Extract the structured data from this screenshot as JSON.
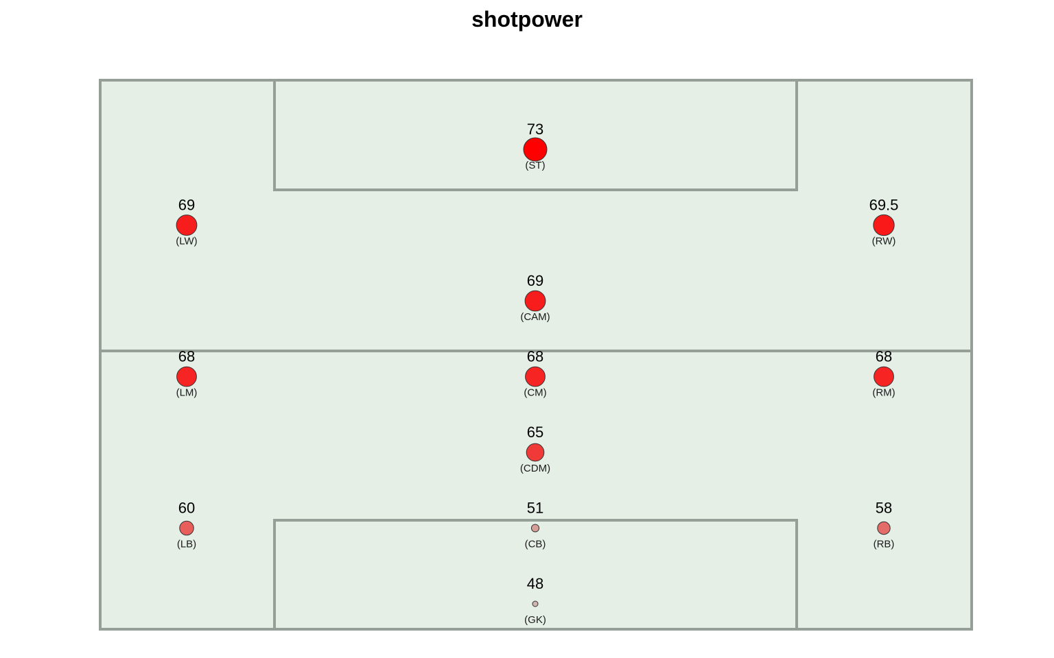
{
  "chart_data": {
    "type": "scatter",
    "title": "shotpower",
    "colors": {
      "pitch_fill": "#e5efe6",
      "pitch_line": "#969e98",
      "low": "#d0b4ae",
      "high": "#ff0000"
    },
    "value_range": [
      48,
      73
    ],
    "points": [
      {
        "position": "ST",
        "label": "(ST)",
        "x": 3,
        "y": 8,
        "value": 73,
        "value_label": "73"
      },
      {
        "position": "LW",
        "label": "(LW)",
        "x": 1,
        "y": 7,
        "value": 69,
        "value_label": "69"
      },
      {
        "position": "RW",
        "label": "(RW)",
        "x": 5,
        "y": 7,
        "value": 69.5,
        "value_label": "69.5"
      },
      {
        "position": "CAM",
        "label": "(CAM)",
        "x": 3,
        "y": 6,
        "value": 69,
        "value_label": "69"
      },
      {
        "position": "LM",
        "label": "(LM)",
        "x": 1,
        "y": 5,
        "value": 68,
        "value_label": "68"
      },
      {
        "position": "CM",
        "label": "(CM)",
        "x": 3,
        "y": 5,
        "value": 68,
        "value_label": "68"
      },
      {
        "position": "RM",
        "label": "(RM)",
        "x": 5,
        "y": 5,
        "value": 68,
        "value_label": "68"
      },
      {
        "position": "CDM",
        "label": "(CDM)",
        "x": 3,
        "y": 4,
        "value": 65,
        "value_label": "65"
      },
      {
        "position": "LB",
        "label": "(LB)",
        "x": 1,
        "y": 3,
        "value": 60,
        "value_label": "60"
      },
      {
        "position": "CB",
        "label": "(CB)",
        "x": 3,
        "y": 3,
        "value": 51,
        "value_label": "51"
      },
      {
        "position": "RB",
        "label": "(RB)",
        "x": 5,
        "y": 3,
        "value": 58,
        "value_label": "58"
      },
      {
        "position": "GK",
        "label": "(GK)",
        "x": 3,
        "y": 2,
        "value": 48,
        "value_label": "48"
      }
    ]
  }
}
